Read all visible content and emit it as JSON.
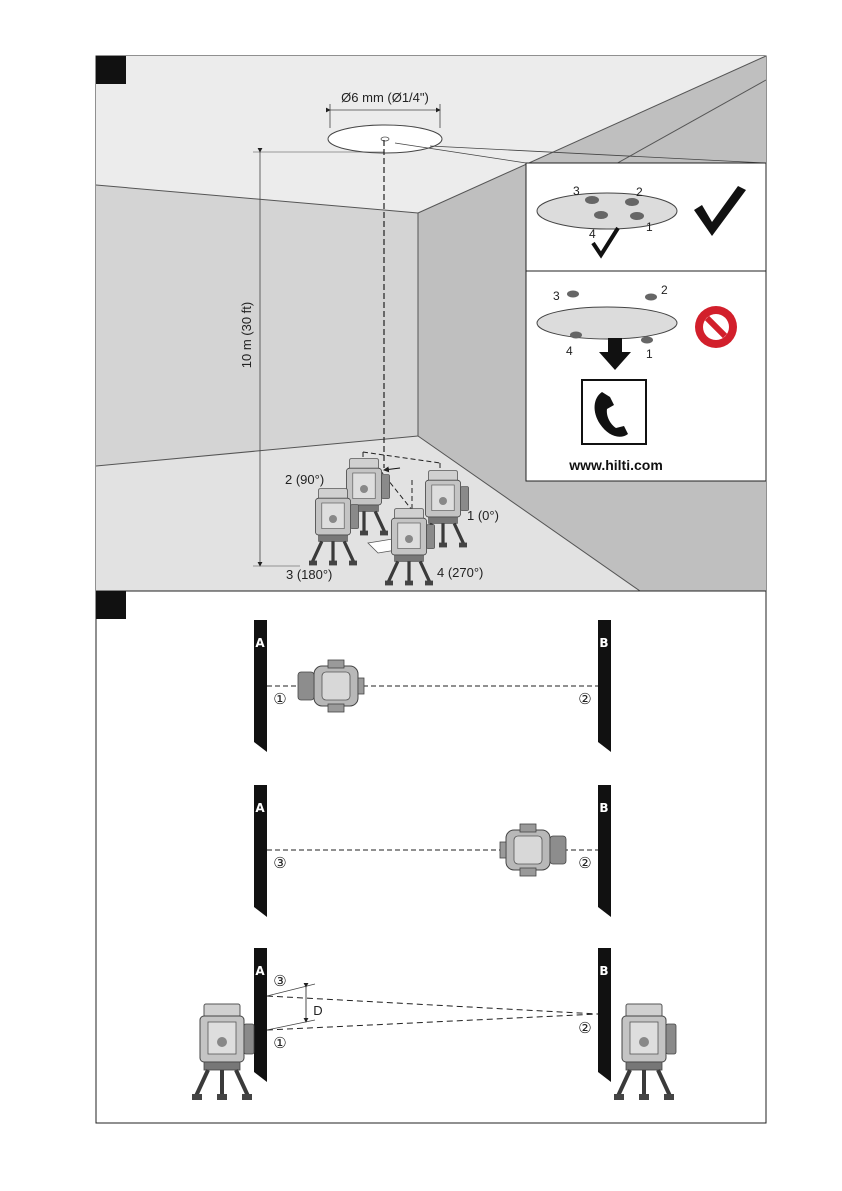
{
  "figure1": {
    "marker_number": "",
    "diameter_label": "Ø6 mm (Ø1/4\")",
    "height_label": "10 m (30 ft)",
    "positions": {
      "p1": "1 (0°)",
      "p2": "2 (90°)",
      "p3": "3 (180°)",
      "p4": "4 (270°)"
    },
    "ok_panel": {
      "points": [
        "1",
        "2",
        "3",
        "4"
      ],
      "status": "ok"
    },
    "bad_panel": {
      "points": [
        "1",
        "2",
        "3",
        "4"
      ],
      "status": "not-ok",
      "url": "www.hilti.com"
    }
  },
  "figure2": {
    "marker_number": "",
    "wall_a": "A",
    "wall_b": "B",
    "step1": {
      "left_mark": "①",
      "right_mark": "②"
    },
    "step2": {
      "left_mark": "③",
      "right_mark": "②"
    },
    "step3": {
      "mark_top": "③",
      "mark_bottom": "①",
      "right_mark": "②",
      "deviation": "D"
    }
  },
  "colors": {
    "room_light": "#e6e6e6",
    "room_mid": "#c8c8c8",
    "room_dark": "#b0b0b0",
    "stop_red": "#d21f2b"
  }
}
